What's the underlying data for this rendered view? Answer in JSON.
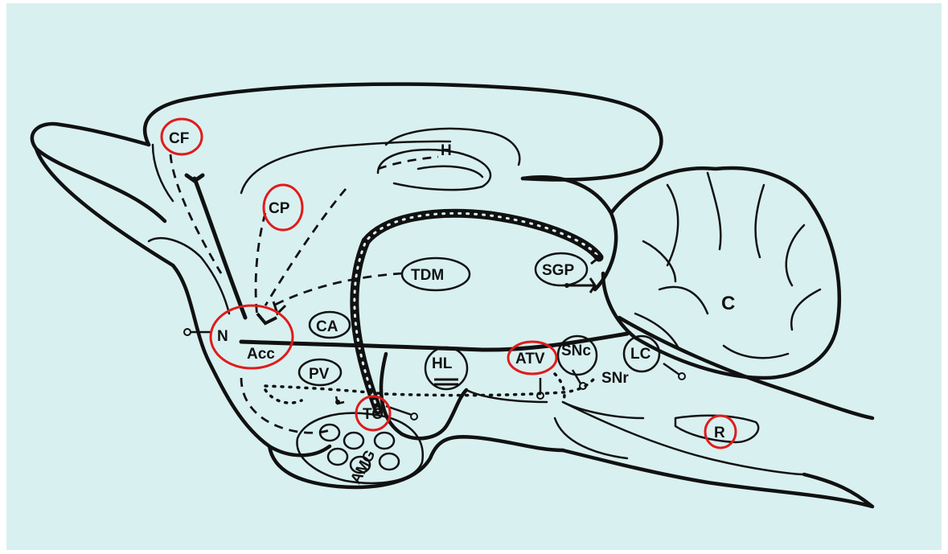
{
  "colors": {
    "background": "#d9f0f0",
    "ink": "#111111",
    "highlight": "#e01b1b"
  },
  "labels": {
    "cf": "CF",
    "cp": "CP",
    "h": "H",
    "tdm": "TDM",
    "sgp": "SGP",
    "c": "C",
    "ca": "CA",
    "n": "N",
    "acc": "Acc",
    "pv": "PV",
    "hl": "HL",
    "atv": "ATV",
    "snc": "SNc",
    "snr": "SNr",
    "lc": "LC",
    "to": "TO",
    "amg": "AMG",
    "r": "R"
  },
  "highlighted": [
    "CF",
    "CP",
    "N",
    "Acc",
    "ATV",
    "TO",
    "R"
  ]
}
